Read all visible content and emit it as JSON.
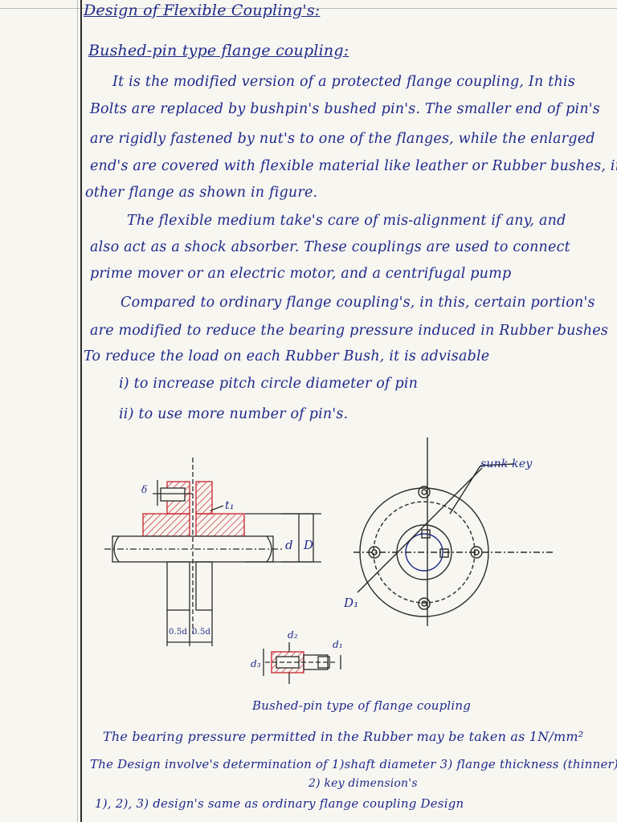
{
  "page": {
    "title": "Design of Flexible Coupling's:",
    "subtitle": "Bushed-pin type flange coupling:",
    "paragraphs": [
      "It is the modified version of a protected flange coupling, In this",
      "Bolts are replaced by bushpin's bushed pin's. The smaller end of pin's",
      "are rigidly fastened by nut's to one of the flanges, while the enlarged",
      "end's are covered with flexible material like leather or Rubber bushes, in",
      "other flange as shown in figure.",
      "The flexible medium take's care of mis-alignment if any, and",
      "also act as a shock absorber. These couplings are used to connect",
      "prime mover or an electric motor, and a centrifugal pump",
      "Compared to ordinary flange coupling's, in this, certain portion's",
      "are modified to reduce the bearing pressure induced in Rubber bushes",
      "To reduce the load on each Rubber Bush, it is advisable",
      "i) to increase pitch circle diameter of pin",
      "ii) to use more number of pin's."
    ],
    "figure": {
      "sunk_key_label": "sunk key",
      "t1_label": "t₁",
      "d_label": "d",
      "D_label": "D",
      "D1_label": "D₁",
      "half_sd_left": "0.5d",
      "half_sd_right": "0.5d",
      "small_d_label": "δ",
      "d2_label": "d₂",
      "d1_label": "d₁",
      "d3_label": "d₃",
      "caption": "Bushed-pin type of flange coupling"
    },
    "footer_lines": [
      "The bearing pressure permitted in the Rubber may be taken as 1N/mm²",
      "The Design involve's determination of 1)shaft diameter  3) flange thickness (thinner)",
      "2) key dimension's",
      "1), 2), 3) design's same as ordinary flange coupling Design"
    ],
    "colors": {
      "ink": "#1f2a8a",
      "pencil": "#2a2a2a",
      "hatch": "#c8232c"
    }
  }
}
